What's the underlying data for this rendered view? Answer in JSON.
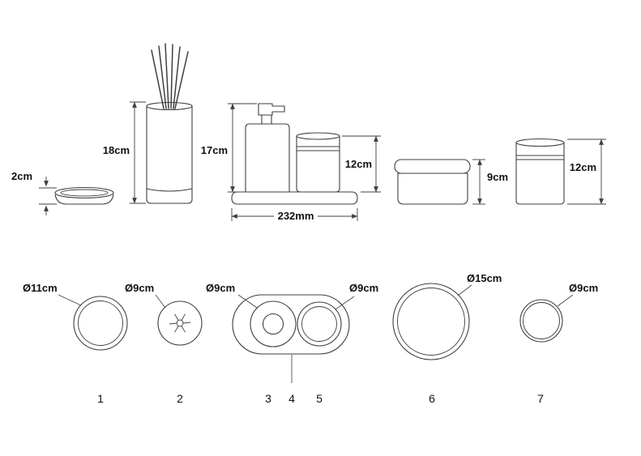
{
  "side_view": {
    "dish_height": "2cm",
    "diffuser_height": "18cm",
    "dispenser_height": "17cm",
    "tumbler_height": "12cm",
    "tray_length": "232mm",
    "jar_height": "9cm",
    "canister_height": "12cm"
  },
  "top_view": {
    "dish_diameter": "Ø11cm",
    "diffuser_diameter": "Ø9cm",
    "dispenser_diameter": "Ø9cm",
    "tumbler_diameter": "Ø9cm",
    "jar_diameter": "Ø15cm",
    "canister_diameter": "Ø9cm"
  },
  "item_numbers": [
    "1",
    "2",
    "3",
    "4",
    "5",
    "6",
    "7"
  ],
  "colors": {
    "line": "#3f3f3f",
    "text": "#111111",
    "background": "#ffffff"
  }
}
